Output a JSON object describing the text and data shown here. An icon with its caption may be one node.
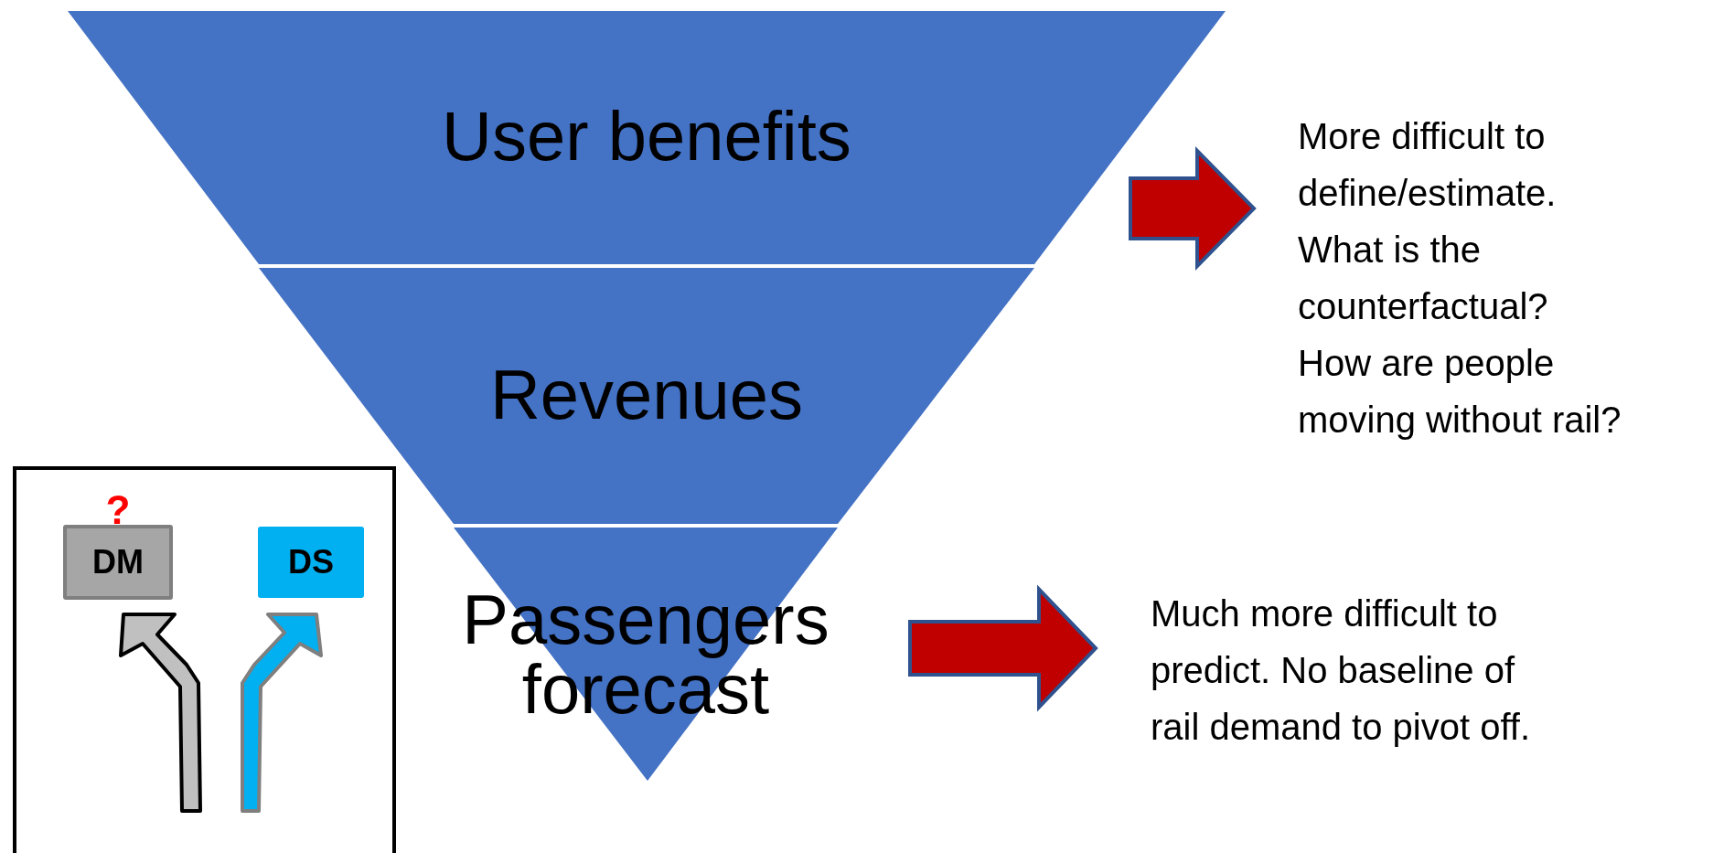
{
  "diagram": {
    "nodes": [
      {
        "text": [
          "User benefits"
        ]
      },
      {
        "text": [
          "Revenues"
        ]
      },
      {
        "text": [
          "Passengers forecast"
        ]
      },
      {
        "text": [
          "More difficult to define/estimate.",
          "What is the counterfactual?",
          "How are people moving without rail?"
        ]
      },
      {
        "text": [
          "Much more difficult to predict. No baseline of rail demand to pivot off."
        ]
      },
      {
        "text": [],
        "shape": "box"
      },
      {
        "text": [
          "DM"
        ],
        "in": 5,
        "beside": [
          "?"
        ]
      },
      {
        "text": [
          "DS"
        ],
        "in": 5
      }
    ],
    "edges": [
      {
        "from": 0,
        "to": 3,
        "arrow": "to"
      },
      {
        "from": 2,
        "to": 4,
        "arrow": "to"
      },
      {
        "from": null,
        "to": 6,
        "arrow": "to",
        "color": "#c0c0c0"
      },
      {
        "from": null,
        "to": 7,
        "arrow": "to",
        "color": "#00b0f0"
      }
    ]
  }
}
